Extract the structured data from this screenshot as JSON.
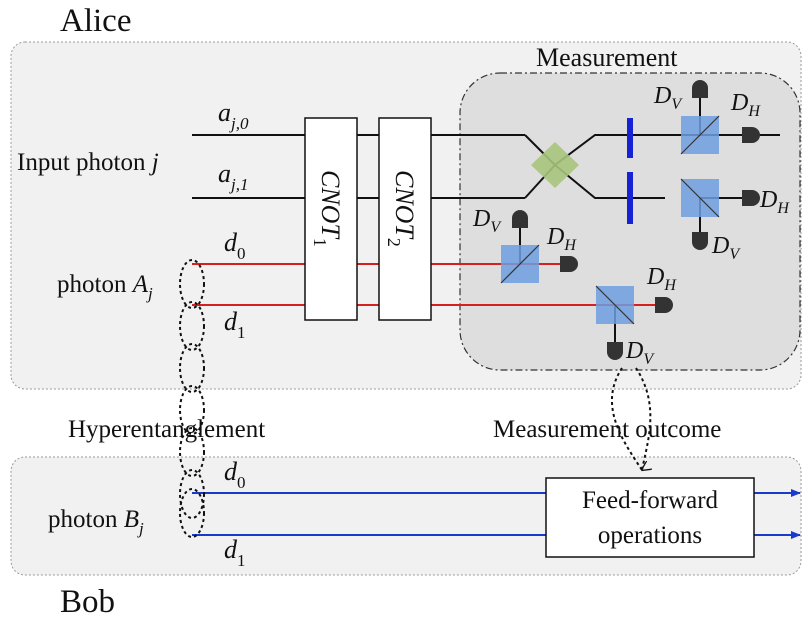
{
  "alice": {
    "title": "Alice",
    "panel_color": "#f1f1f1"
  },
  "bob": {
    "title": "Bob",
    "panel_color": "#f1f1f1"
  },
  "measurement": {
    "title": "Measurement",
    "panel_color": "#dedede"
  },
  "input": {
    "label": "Input photon ",
    "var": "j"
  },
  "modes": {
    "a0": {
      "base": "a",
      "sub": "j,0"
    },
    "a1": {
      "base": "a",
      "sub": "j,1"
    },
    "d0": {
      "base": "d",
      "sub": "0"
    },
    "d1": {
      "base": "d",
      "sub": "1"
    }
  },
  "gates": {
    "cnot1": {
      "base": "CNOT",
      "sub": "1"
    },
    "cnot2": {
      "base": "CNOT",
      "sub": "2"
    }
  },
  "photon_a": {
    "label": "photon ",
    "base": "A",
    "sub": "j"
  },
  "photon_b": {
    "label": "photon ",
    "base": "B",
    "sub": "j"
  },
  "hyperentanglement": "Hyperentanglement",
  "measurement_outcome": "Measurement outcome",
  "feed_forward": {
    "line1": "Feed-forward",
    "line2": "operations"
  },
  "detectors": {
    "v_base": "D",
    "v_sub": "V",
    "h_base": "D",
    "h_sub": "H"
  },
  "colors": {
    "red_line": "#d42020",
    "blue_line": "#1a3acc",
    "pbs_blue": "#6f9fe0",
    "bs_green": "#a6c47c",
    "detector": "#333333",
    "waveplate": "#1622d4"
  }
}
